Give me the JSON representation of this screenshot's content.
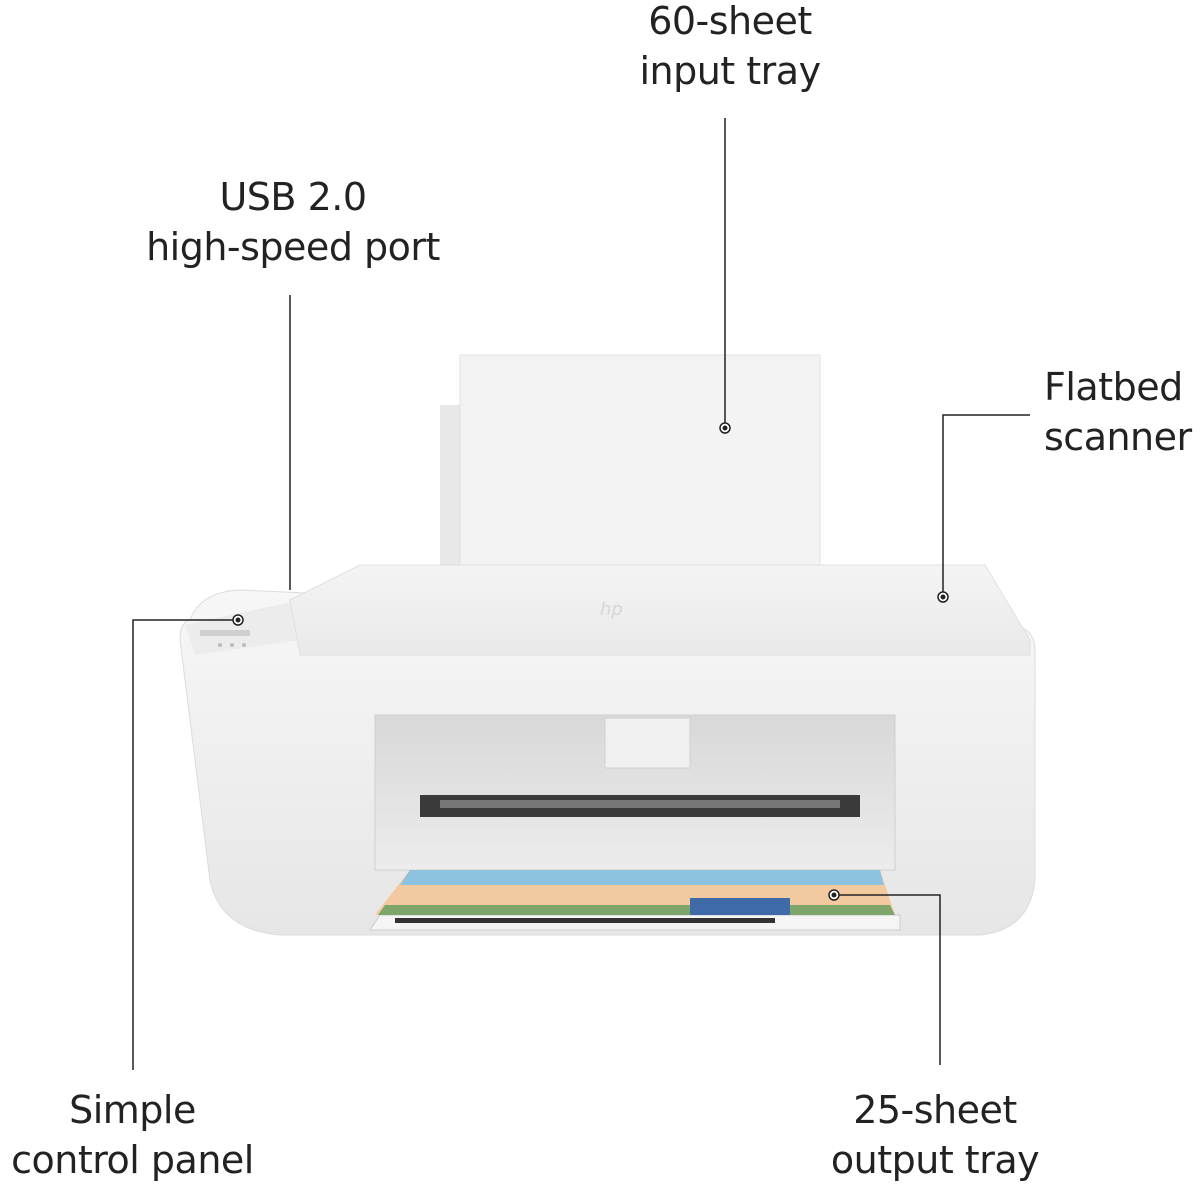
{
  "callouts": {
    "input_tray": {
      "line1": "60-sheet",
      "line2": "input tray"
    },
    "usb_port": {
      "line1": "USB 2.0",
      "line2": "high-speed port"
    },
    "scanner": {
      "line1": "Flatbed",
      "line2": "scanner"
    },
    "control_panel": {
      "line1": "Simple",
      "line2": "control panel"
    },
    "output_tray": {
      "line1": "25-sheet",
      "line2": "output tray"
    }
  },
  "colors": {
    "background": "#ffffff",
    "printer_body": "#f2f2f2",
    "callout_line": "#222222"
  }
}
